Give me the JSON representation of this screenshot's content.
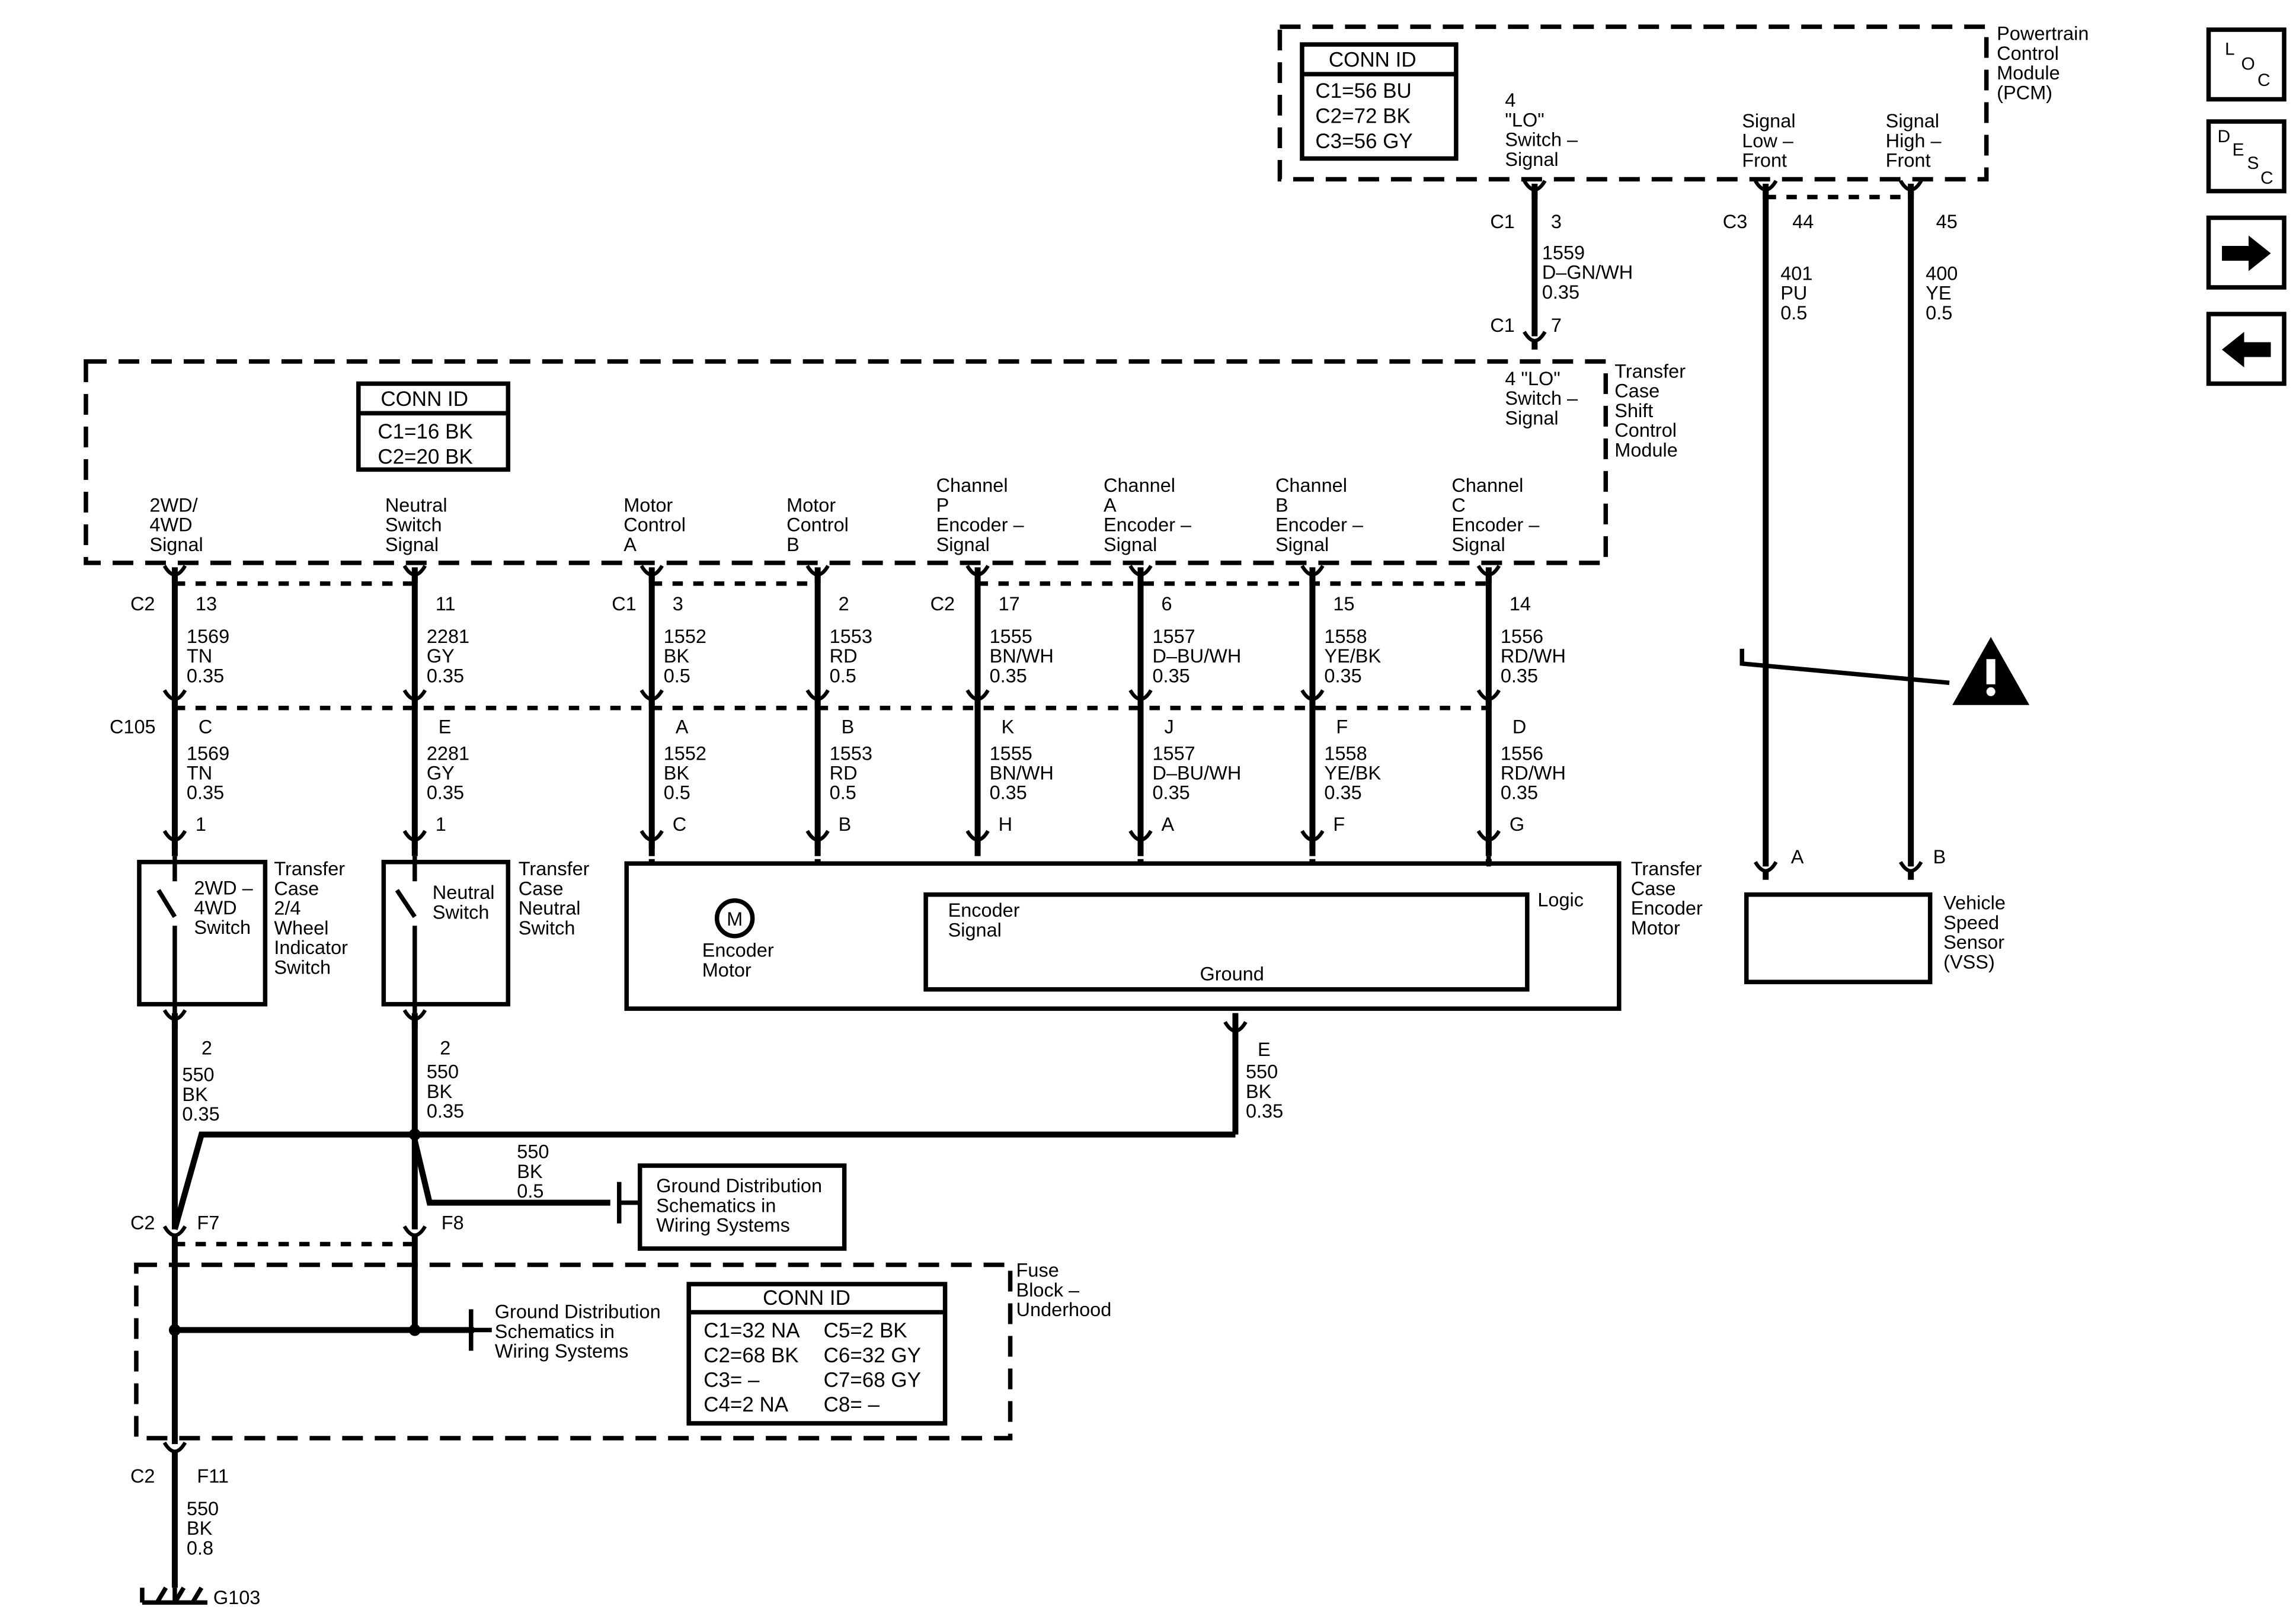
{
  "pcm": {
    "name": [
      "Powertrain",
      "Control",
      "Module",
      "(PCM)"
    ],
    "conn_title": "CONN ID",
    "conn_rows": [
      "C1=56 BU",
      "C2=72 BK",
      "C3=56 GY"
    ],
    "pins": [
      {
        "label": [
          "4",
          "\"LO\"",
          "Switch –",
          "Signal"
        ],
        "conn": "C1",
        "pin": "3"
      },
      {
        "label": [
          "Signal",
          "Low –",
          "Front"
        ],
        "conn": "C3",
        "pin": "44"
      },
      {
        "label": [
          "Signal",
          "High –",
          "Front"
        ],
        "conn": "",
        "pin": "45"
      }
    ]
  },
  "tccm": {
    "name": [
      "Transfer",
      "Case",
      "Shift",
      "Control",
      "Module"
    ],
    "conn_title": "CONN ID",
    "conn_rows": [
      "C1=16 BK",
      "C2=20 BK"
    ],
    "lo_input": {
      "label": [
        "4 \"LO\"",
        "Switch –",
        "Signal"
      ],
      "conn": "C1",
      "pin": "7"
    },
    "pins": [
      {
        "label": [
          "2WD/",
          "4WD",
          "Signal"
        ],
        "conn": "C2",
        "pin": "13"
      },
      {
        "label": [
          "Neutral",
          "Switch",
          "Signal"
        ],
        "conn": "",
        "pin": "11"
      },
      {
        "label": [
          "Motor",
          "Control",
          "A"
        ],
        "conn": "C1",
        "pin": "3"
      },
      {
        "label": [
          "Motor",
          "Control",
          "B"
        ],
        "conn": "",
        "pin": "2"
      },
      {
        "label": [
          "Channel",
          "P",
          "Encoder –",
          "Signal"
        ],
        "conn": "C2",
        "pin": "17"
      },
      {
        "label": [
          "Channel",
          "A",
          "Encoder –",
          "Signal"
        ],
        "conn": "",
        "pin": "6"
      },
      {
        "label": [
          "Channel",
          "B",
          "Encoder –",
          "Signal"
        ],
        "conn": "",
        "pin": "15"
      },
      {
        "label": [
          "Channel",
          "C",
          "Encoder –",
          "Signal"
        ],
        "conn": "",
        "pin": "14"
      }
    ]
  },
  "wire_lo": [
    "1559",
    "D–GN/WH",
    "0.35"
  ],
  "wires_pcm_vss": [
    [
      "401",
      "PU",
      "0.5"
    ],
    [
      "400",
      "YE",
      "0.5"
    ]
  ],
  "wires_upper": [
    [
      "1569",
      "TN",
      "0.35"
    ],
    [
      "2281",
      "GY",
      "0.35"
    ],
    [
      "1552",
      "BK",
      "0.5"
    ],
    [
      "1553",
      "RD",
      "0.5"
    ],
    [
      "1555",
      "BN/WH",
      "0.35"
    ],
    [
      "1557",
      "D–BU/WH",
      "0.35"
    ],
    [
      "1558",
      "YE/BK",
      "0.35"
    ],
    [
      "1556",
      "RD/WH",
      "0.35"
    ]
  ],
  "c105": {
    "name": "C105",
    "pins": [
      "C",
      "E",
      "A",
      "B",
      "K",
      "J",
      "F",
      "D"
    ]
  },
  "wires_lower": [
    [
      "1569",
      "TN",
      "0.35"
    ],
    [
      "2281",
      "GY",
      "0.35"
    ],
    [
      "1552",
      "BK",
      "0.5"
    ],
    [
      "1553",
      "RD",
      "0.5"
    ],
    [
      "1555",
      "BN/WH",
      "0.35"
    ],
    [
      "1557",
      "D–BU/WH",
      "0.35"
    ],
    [
      "1558",
      "YE/BK",
      "0.35"
    ],
    [
      "1556",
      "RD/WH",
      "0.35"
    ]
  ],
  "switch_top_pins": [
    "1",
    "1"
  ],
  "switch_bottom_pins": [
    "2",
    "2"
  ],
  "motor_pins": [
    "C",
    "B",
    "H",
    "A",
    "F",
    "G"
  ],
  "switch_24": {
    "inner": [
      "2WD –",
      "4WD",
      "Switch"
    ],
    "name": [
      "Transfer",
      "Case",
      "2/4",
      "Wheel",
      "Indicator",
      "Switch"
    ]
  },
  "switch_neutral": {
    "inner": [
      "Neutral",
      "Switch"
    ],
    "name": [
      "Transfer",
      "Case",
      "Neutral",
      "Switch"
    ]
  },
  "encoder_motor": {
    "name": [
      "Transfer",
      "Case",
      "Encoder",
      "Motor"
    ],
    "motor_symbol": "M",
    "motor_label": [
      "Encoder",
      "Motor"
    ],
    "encoder_signal": [
      "Encoder",
      "Signal"
    ],
    "ground": "Ground",
    "logic": "Logic",
    "ground_pin": "E"
  },
  "vss": {
    "name": [
      "Vehicle",
      "Speed",
      "Sensor",
      "(VSS)"
    ],
    "pins": [
      "A",
      "B"
    ]
  },
  "ground_wires": [
    [
      "550",
      "BK",
      "0.35"
    ],
    [
      "550",
      "BK",
      "0.35"
    ],
    [
      "550",
      "BK",
      "0.35"
    ]
  ],
  "ground_branch_wire": [
    "550",
    "BK",
    "0.5"
  ],
  "ground_dist_label": [
    "Ground Distribution",
    "Schematics in",
    "Wiring Systems"
  ],
  "fuse_block": {
    "name": [
      "Fuse",
      "Block –",
      "Underhood"
    ],
    "conn_title": "CONN ID",
    "conn_left": [
      "C1=32 NA",
      "C2=68 BK",
      "C3= –",
      "C4=2 NA"
    ],
    "conn_right": [
      "C5=2 BK",
      "C6=32 GY",
      "C7=68 GY",
      "C8= –"
    ],
    "in_conn": "C2",
    "in_pins": [
      "F7",
      "F8"
    ],
    "out_conn": "C2",
    "out_pin": "F11"
  },
  "final_wire": [
    "550",
    "BK",
    "0.8"
  ],
  "ground_point": "G103",
  "nav": {
    "loc": [
      "L",
      "O",
      "C"
    ],
    "desc": [
      "D",
      "E",
      "S",
      "C"
    ]
  }
}
